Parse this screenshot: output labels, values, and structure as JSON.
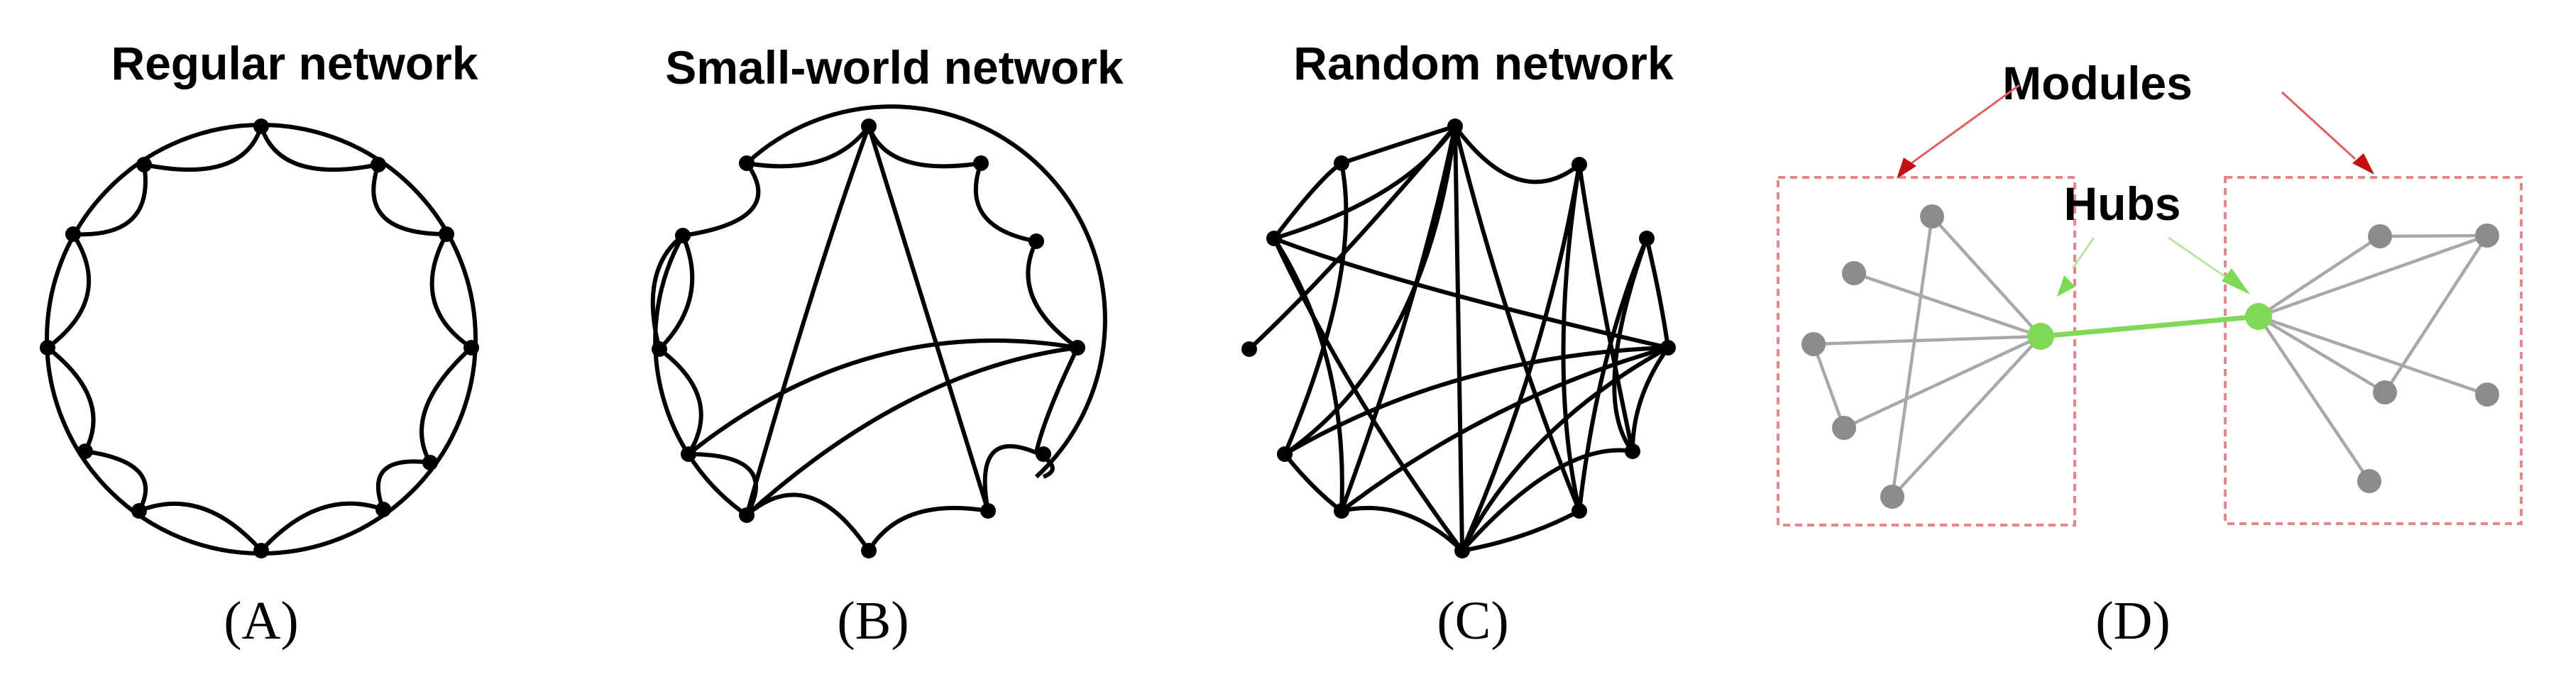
{
  "panels": [
    {
      "title": "Regular network",
      "caption": "(A)"
    },
    {
      "title": "Small-world network",
      "caption": "(B)"
    },
    {
      "title": "Random network",
      "caption": "(C)"
    },
    {
      "caption": "(D)"
    }
  ],
  "diagram_d": {
    "modules_label": "Modules",
    "hubs_label": "Hubs",
    "colors": {
      "hub": "#7ed957",
      "node": "#8c8c8c",
      "edge": "#a8a8a8",
      "module_box": "#e8858a",
      "module_arrow": "#c41010"
    }
  }
}
